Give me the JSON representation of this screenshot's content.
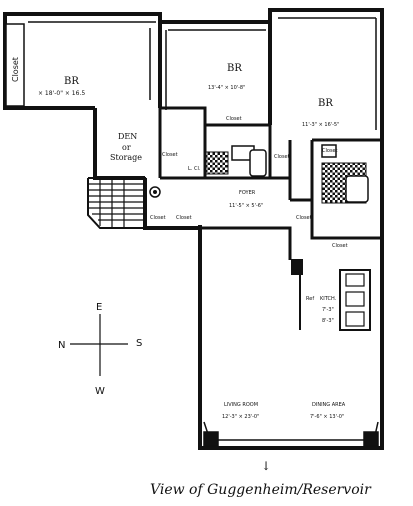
{
  "rooms": {
    "br1": {
      "label": "BR",
      "dims": "× 18'-0\" × 16.5"
    },
    "br2": {
      "label": "BR",
      "dims": "13'-4\" × 10'-8\""
    },
    "br3": {
      "label": "BR",
      "dims": "11'-3\" × 16'-5\""
    },
    "den": {
      "line1": "DEN",
      "line2": "or",
      "line3": "Storage"
    },
    "foyer": {
      "label": "FOYER",
      "dims": "11'-5\" × 5'-6\""
    },
    "kitchen": {
      "label": "KITCH.",
      "dims1": "7'-3\"",
      "dims2": "8'-3\""
    },
    "living": {
      "label": "LIVING ROOM",
      "dims": "12'-3\" × 23'-0\""
    },
    "dining": {
      "label": "DINING AREA",
      "dims": "7'-6\" × 13'-0\""
    },
    "lcl": {
      "label": "L. Cl."
    },
    "ref": {
      "label": "Ref"
    }
  },
  "closets": {
    "closet_left_vertical": "Closet",
    "closet_bath_top": "Closet",
    "closet_den": "Closet",
    "closet_hall_right": "Closet",
    "closet_br3_right": "Closet",
    "closet_foyer_left_1": "Closet",
    "closet_foyer_left_2": "Closet",
    "closet_foyer_right": "Closet",
    "closet_kitchen_top": "Closet"
  },
  "compass": {
    "north": "N",
    "south": "S",
    "east": "E",
    "west": "W"
  },
  "annotation": {
    "view_arrow": "↓",
    "view_text": "View of Guggenheim/Reservoir"
  },
  "colors": {
    "wall": "#111111",
    "paper": "#ffffff"
  }
}
